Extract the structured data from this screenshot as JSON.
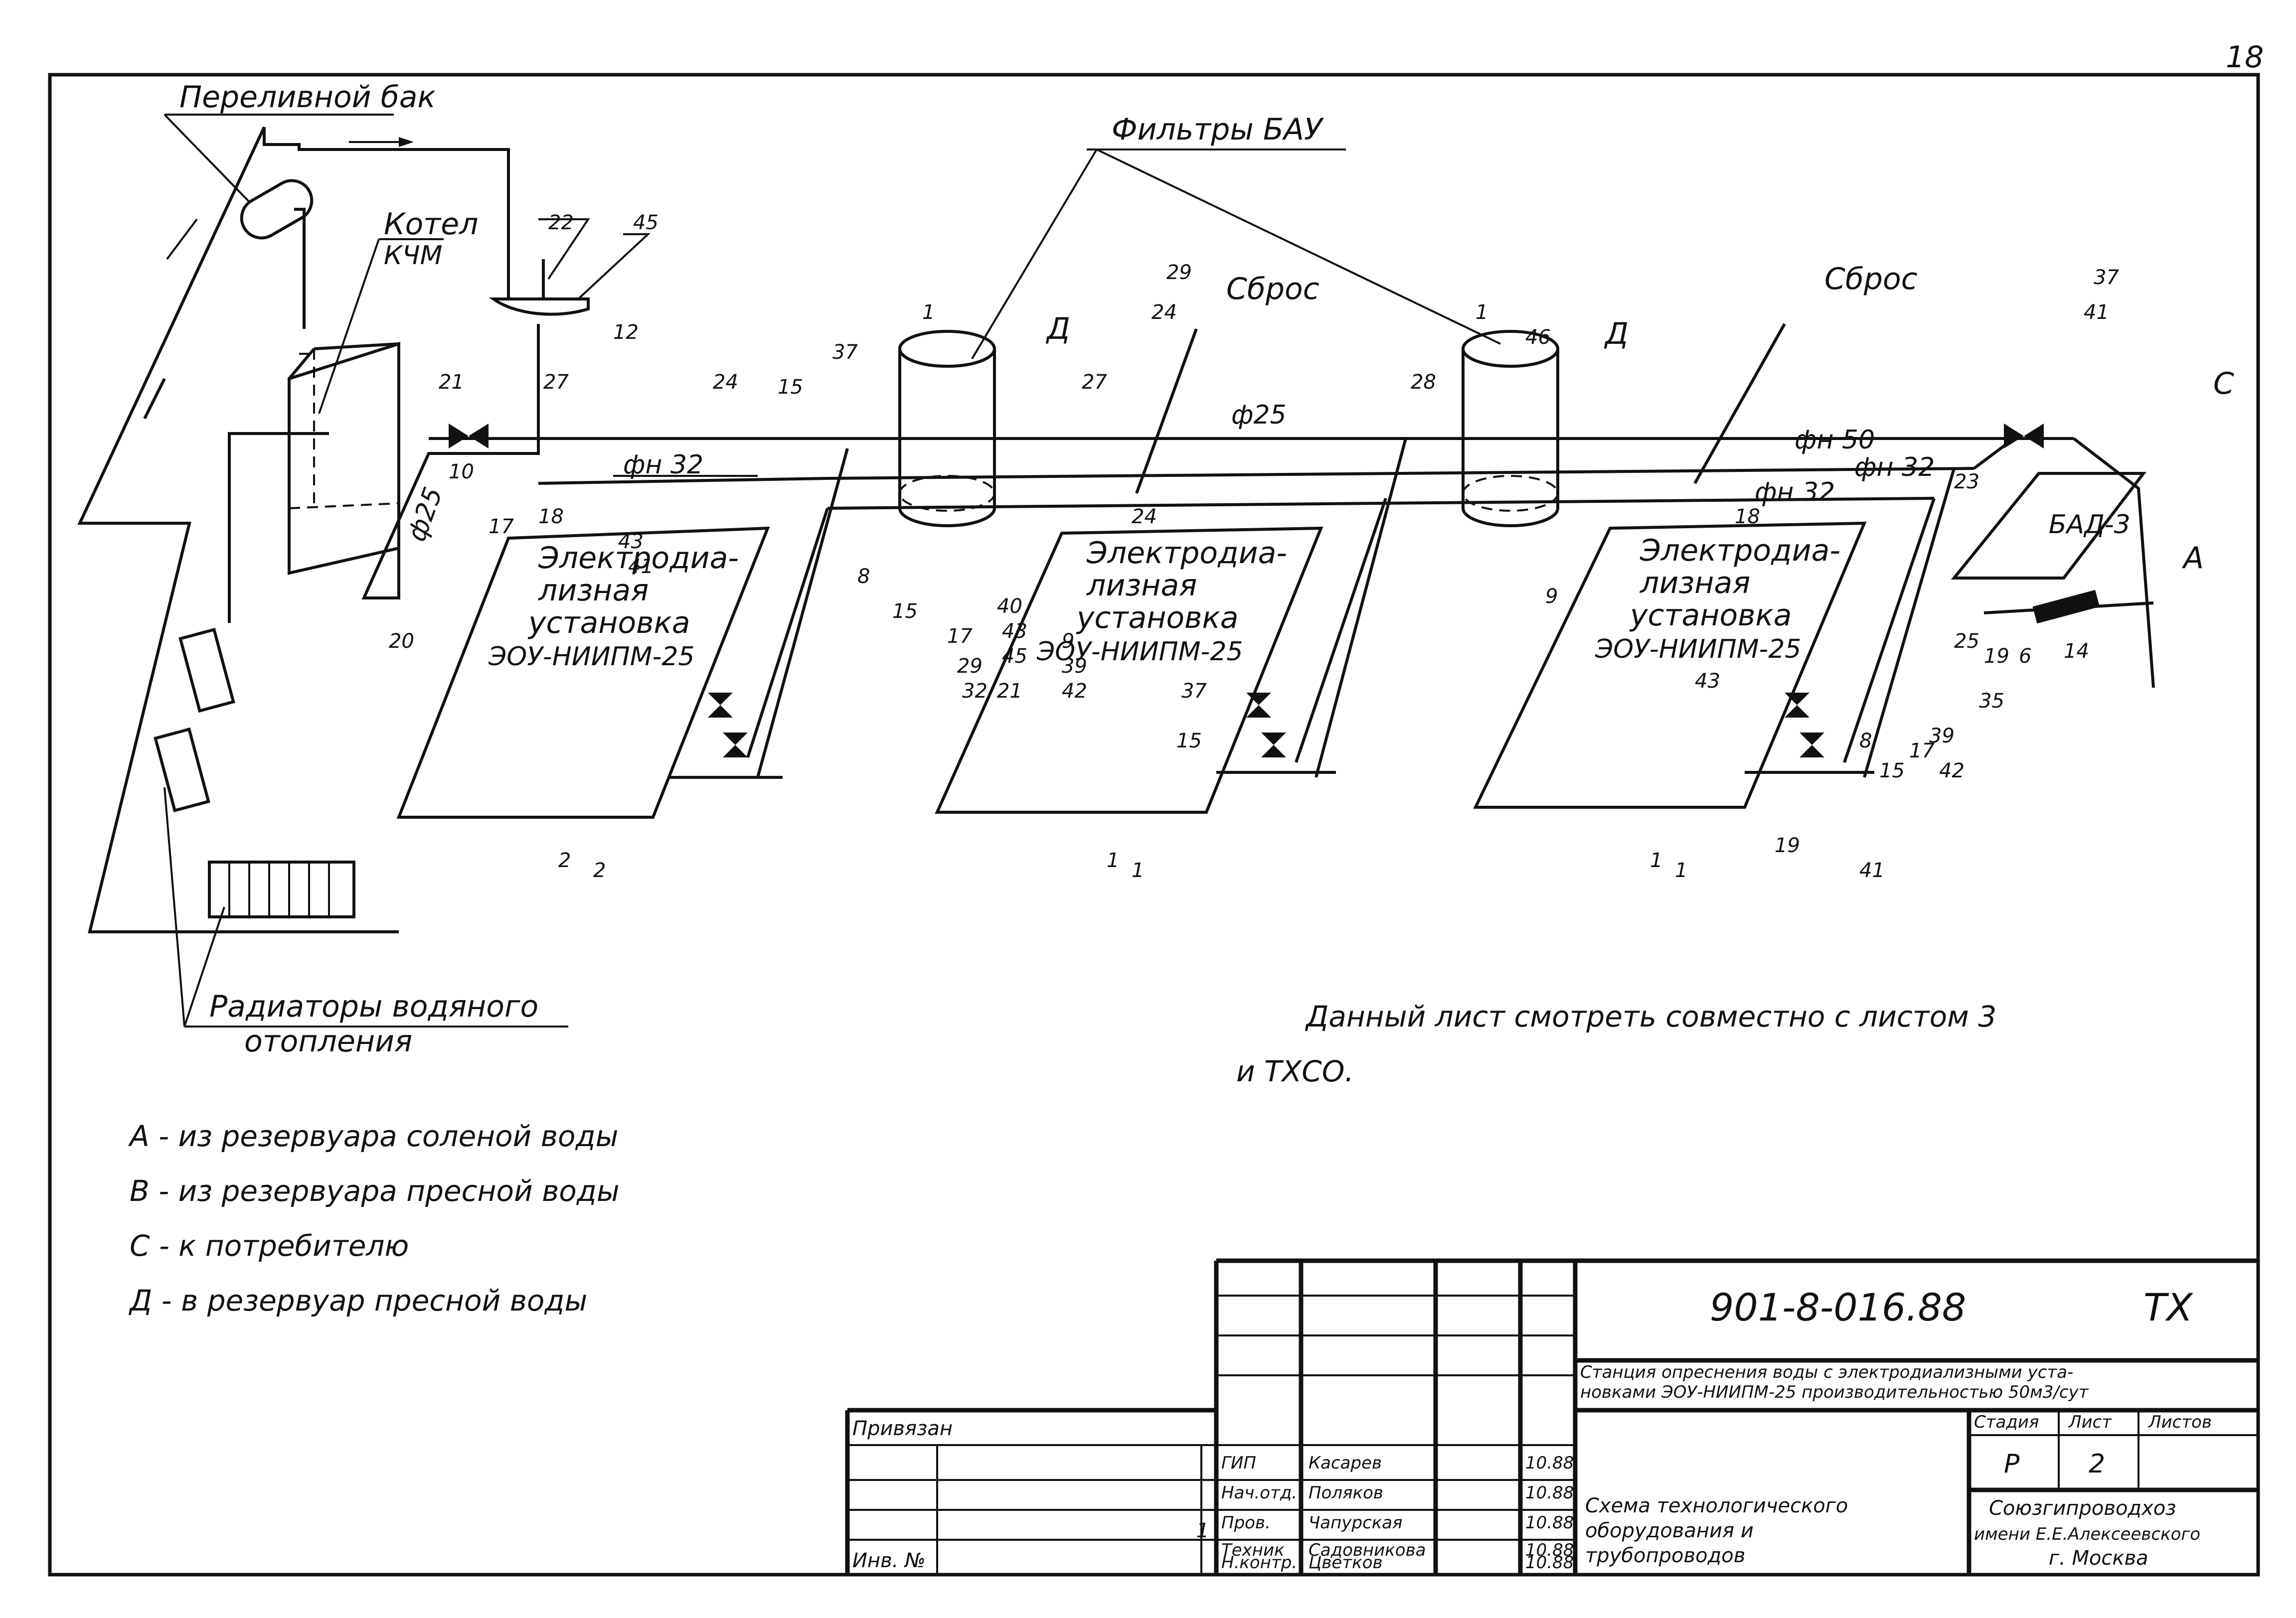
{
  "sheet_number": "18",
  "labels": {
    "overflow_tank": "Переливной бак",
    "boiler_line1": "Котел",
    "boiler_line2": "КЧМ",
    "filters": "Фильтры БАУ",
    "discharge": "Сброс",
    "radiators_line1": "Радиаторы водяного",
    "radiators_line2": "отопления",
    "bad3": "БАД-3"
  },
  "pipes": {
    "d25": "ф25",
    "dn32": "фн 32",
    "dn50": "фн 50",
    "d25_vertical": "ф25"
  },
  "unit": {
    "line1": "Электродиа-",
    "line2": "лизная",
    "line3": "установка",
    "line4": "ЭОУ-НИИПМ-25",
    "codes": [
      "2",
      "1",
      "1"
    ]
  },
  "ports": {
    "a": "А",
    "c": "С",
    "d": "Д"
  },
  "callouts": [
    "18",
    "1",
    "1",
    "22",
    "45",
    "12",
    "27",
    "21",
    "10",
    "17",
    "20",
    "24",
    "15",
    "37",
    "43",
    "41",
    "29",
    "24",
    "27",
    "8",
    "15",
    "17",
    "29",
    "32",
    "40",
    "43",
    "45",
    "9",
    "39",
    "42",
    "21",
    "24",
    "28",
    "23",
    "19",
    "6",
    "14",
    "25",
    "35",
    "46",
    "18",
    "37",
    "41",
    "9",
    "8",
    "15",
    "17",
    "39",
    "42",
    "41",
    "19",
    "15",
    "37",
    "43",
    "2",
    "1",
    "1"
  ],
  "note_line1": "Данный лист смотреть совместно с листом 3",
  "note_line2": "и ТХСО.",
  "legend": [
    "А - из резервуара соленой воды",
    "В - из резервуара пресной воды",
    "С - к потребителю",
    "Д - в резервуар пресной воды"
  ],
  "title_block": {
    "doc_code": "901-8-016.88",
    "doc_type": "ТХ",
    "project_line1": "Станция опреснения воды с электродиализными уста-",
    "project_line2": "новками ЭОУ-НИИПМ-25 производительностью 50м3/сут",
    "bound_to": "Привязан",
    "inv_no": "Инв. №",
    "stage_h": "Стадия",
    "sheet_h": "Лист",
    "sheets_h": "Листов",
    "stage": "Р",
    "sheet": "2",
    "drawing_line1": "Схема технологического",
    "drawing_line2": "оборудования и",
    "drawing_line3": "трубопроводов",
    "org_line1": "Союзгипроводхоз",
    "org_line2": "имени Е.Е.Алексеевского",
    "org_line3": "г. Москва",
    "one": "1",
    "roles": [
      {
        "role": "ГИП",
        "name": "Касарев",
        "date": "10.88"
      },
      {
        "role": "Нач.отд.",
        "name": "Поляков",
        "date": "10.88"
      },
      {
        "role": "Пров.",
        "name": "Чапурская",
        "date": "10.88"
      },
      {
        "role": "Техник",
        "name": "Садовникова",
        "date": "10.88"
      },
      {
        "role": "Н.контр.",
        "name": "Цветков",
        "date": "10.88"
      }
    ]
  }
}
